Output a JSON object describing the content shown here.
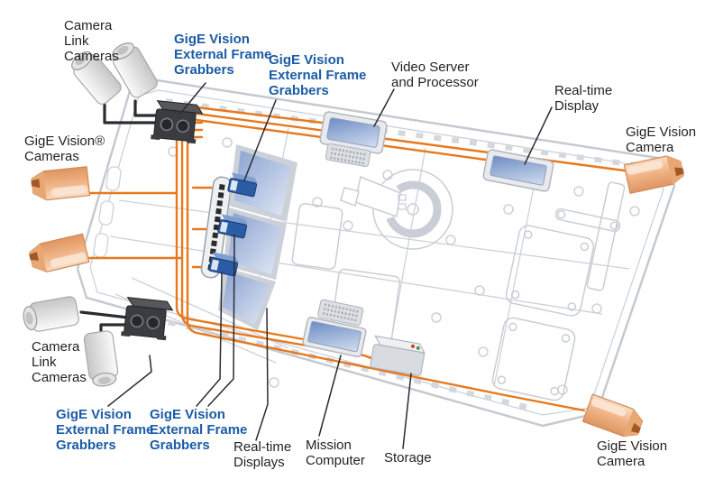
{
  "diagram": {
    "type": "system-architecture-diagram",
    "subject": "Vehicle-mounted vision system wiring overview",
    "colors": {
      "label_blue": "#1b5ca5",
      "label_black": "#231f20",
      "cable_orange": "#e8781c",
      "cable_black": "#2b2c30",
      "hull_outline_gray": "#c5c9d1",
      "screen_blue": "#6d8cc4",
      "frame_grabber_blue": "#2b5ca6",
      "camera_orange": "#f0b285",
      "camera_gray": "#e9e9e9"
    },
    "icons": {
      "camera_link_camera": "camera-link-camera-icon",
      "gige_vision_camera": "gige-vision-camera-icon",
      "frame_grabber_box": "frame-grabber-box-icon",
      "mini_frame_grabber": "gige-frame-grabber-icon",
      "connector_rail": "connector-rail",
      "display_panel": "console-display-panels",
      "video_server": "video-server-icon",
      "real_time_display": "real-time-display-icon",
      "mission_computer": "mission-computer-icon",
      "storage": "storage-icon"
    },
    "labels": [
      {
        "id": "camera-link-cameras-top",
        "text": "Camera\nLink\nCameras",
        "style": "black"
      },
      {
        "id": "frame-grabbers-top-1",
        "text": "GigE Vision\nExternal Frame\nGrabbers",
        "style": "blue"
      },
      {
        "id": "frame-grabbers-top-2",
        "text": "GigE Vision\nExternal Frame\nGrabbers",
        "style": "blue"
      },
      {
        "id": "video-server-processor",
        "text": "Video Server\nand Processor",
        "style": "black"
      },
      {
        "id": "real-time-display",
        "text": "Real-time\nDisplay",
        "style": "black"
      },
      {
        "id": "gige-vision-camera-right",
        "text": "GigE Vision\nCamera",
        "style": "black"
      },
      {
        "id": "gige-vision-cameras-left",
        "text": "GigE Vision®\nCameras",
        "style": "black"
      },
      {
        "id": "camera-link-cameras-bottom",
        "text": "Camera\nLink\nCameras",
        "style": "black"
      },
      {
        "id": "frame-grabbers-bottom-1",
        "text": "GigE Vision\nExternal Frame\nGrabbers",
        "style": "blue"
      },
      {
        "id": "frame-grabbers-bottom-2",
        "text": "GigE Vision\nExternal Frame\nGrabbers",
        "style": "blue"
      },
      {
        "id": "real-time-displays",
        "text": "Real-time\nDisplays",
        "style": "black"
      },
      {
        "id": "mission-computer",
        "text": "Mission\nComputer",
        "style": "black"
      },
      {
        "id": "storage",
        "text": "Storage",
        "style": "black"
      },
      {
        "id": "gige-vision-camera-bottom",
        "text": "GigE Vision\nCamera",
        "style": "black"
      }
    ]
  }
}
